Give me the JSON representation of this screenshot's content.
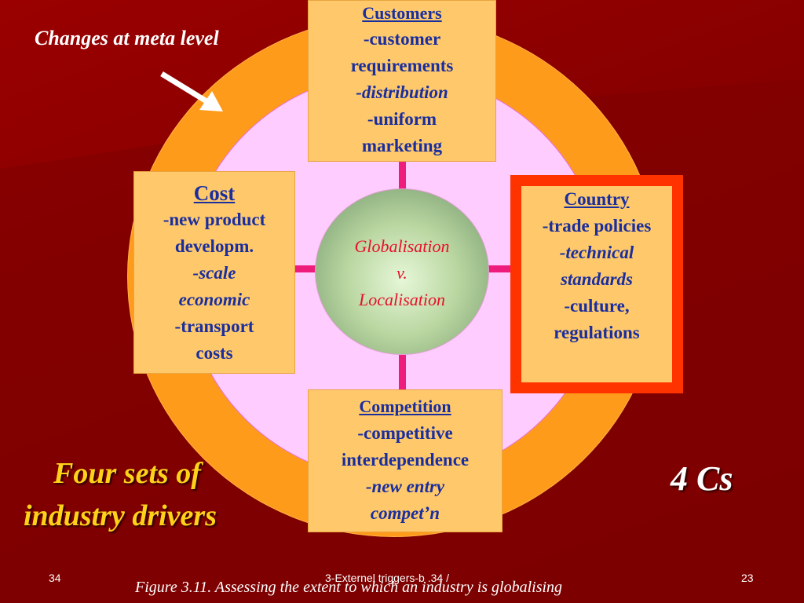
{
  "meta_label": "Changes at meta level",
  "customers": {
    "heading": "Customers",
    "lines": [
      "-customer",
      "requirements",
      "-distribution",
      "-uniform",
      "marketing"
    ]
  },
  "cost": {
    "heading": "Cost",
    "lines": [
      "-new product",
      "developm.",
      "-scale",
      "economic",
      "-transport",
      "costs"
    ]
  },
  "country": {
    "heading": "Country",
    "lines": [
      "-trade policies",
      "-technical",
      "standards",
      "-culture,",
      "regulations"
    ]
  },
  "competition": {
    "heading": "Competition",
    "lines": [
      "-competitive",
      "interdependence",
      "-new entry",
      "compet’n"
    ]
  },
  "center": {
    "line1": "Globalisation",
    "line2": "v.",
    "line3": "Localisation"
  },
  "left_title": {
    "line1": "Four sets of",
    "line2": "industry drivers"
  },
  "four_cs": "4 Cs",
  "footer": {
    "left_number": "34",
    "center_text": "3-Externel triggers-b .34 /",
    "right_number": "23",
    "caption": "Figure 3.11. Assessing the extent to which an industry is globalising"
  },
  "colors": {
    "background": "#8c0000",
    "ring": "#ff9b1a",
    "inner_circle": "#ffccff",
    "box_fill": "#ffc96b",
    "box_text": "#1a2e9e",
    "country_border": "#ff3300",
    "connector": "#ee1c7a",
    "center_text": "#e8102a",
    "title_text": "#ffd21a"
  },
  "icons": {
    "arrow": "white-arrow-icon"
  }
}
